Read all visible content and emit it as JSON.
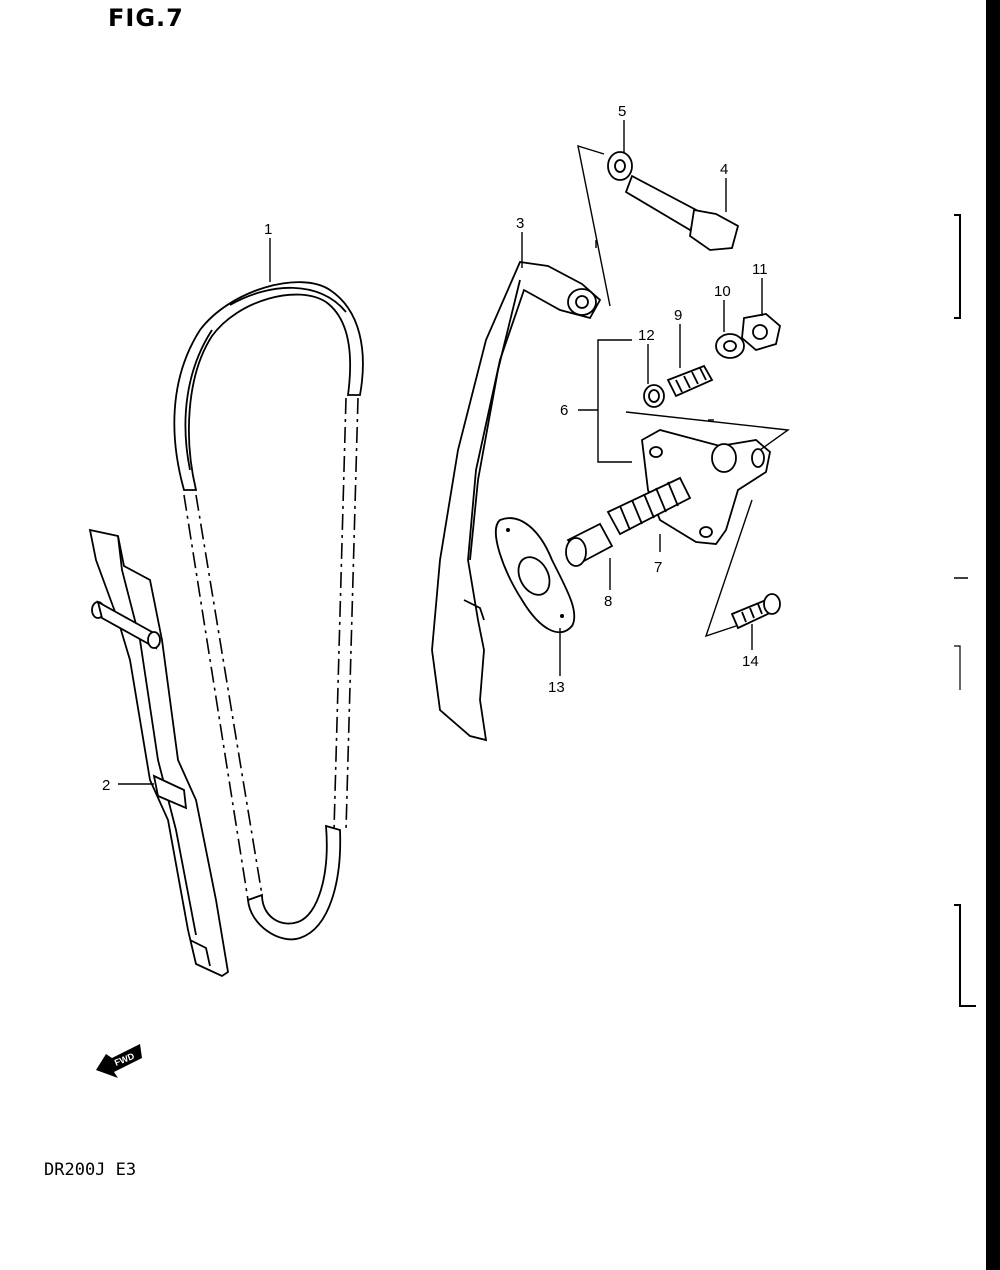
{
  "figure": {
    "title": "FIG.7"
  },
  "model_code": "DR200J E3",
  "fwd_arrow": {
    "label": "FWD"
  },
  "callouts": [
    "1",
    "2",
    "3",
    "4",
    "5",
    "6",
    "7",
    "8",
    "9",
    "10",
    "11",
    "12",
    "13",
    "14"
  ]
}
